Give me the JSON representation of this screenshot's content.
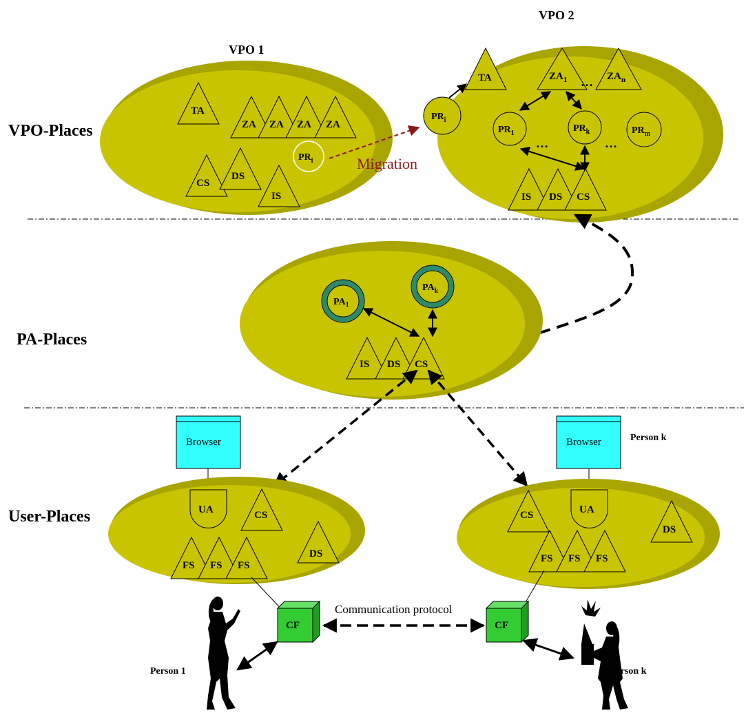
{
  "rows": {
    "vpo_places": "VPO-Places",
    "pa_places": "PA-Places",
    "user_places": "User-Places"
  },
  "vpo1": {
    "title": "VPO 1",
    "ta": "TA",
    "za": [
      "ZA",
      "ZA",
      "ZA",
      "ZA"
    ],
    "pr": "PR",
    "pr_sub": "i",
    "cs": "CS",
    "ds": "DS",
    "is": "IS"
  },
  "vpo2": {
    "title": "VPO 2",
    "ta": "TA",
    "za1": "ZA",
    "za1_sub": "1",
    "zan": "ZA",
    "zan_sub": "n",
    "ellipsis": "…",
    "pri": "PR",
    "pri_sub": "i",
    "pr1": "PR",
    "pr1_sub": "1",
    "prk": "PR",
    "prk_sub": "k",
    "prm": "PR",
    "prm_sub": "m",
    "is": "IS",
    "ds": "DS",
    "cs": "CS"
  },
  "migration": "Migration",
  "pa": {
    "pa1": "PA",
    "pa1_sub": "1",
    "pak": "PA",
    "pak_sub": "k",
    "is": "IS",
    "ds": "DS",
    "cs": "CS"
  },
  "user_left": {
    "browser": "Browser",
    "ua": "UA",
    "cs": "CS",
    "ds": "DS",
    "fs": [
      "FS",
      "FS",
      "FS"
    ],
    "cf": "CF",
    "person": "Person 1"
  },
  "user_right": {
    "browser": "Browser",
    "browser_person": "Person k",
    "ua": "UA",
    "cs": "CS",
    "ds": "DS",
    "fs": [
      "FS",
      "FS",
      "FS"
    ],
    "cf": "CF",
    "person": "Person k"
  },
  "comm_protocol": "Communication protocol",
  "colors": {
    "place_fill": "#c8c400",
    "place_shadow": "#a8a400",
    "browser_fill": "#33ffff",
    "cf_fill": "#33cc33",
    "pa_ring": "#2e8b6a",
    "migration": "#8b1a1a"
  }
}
